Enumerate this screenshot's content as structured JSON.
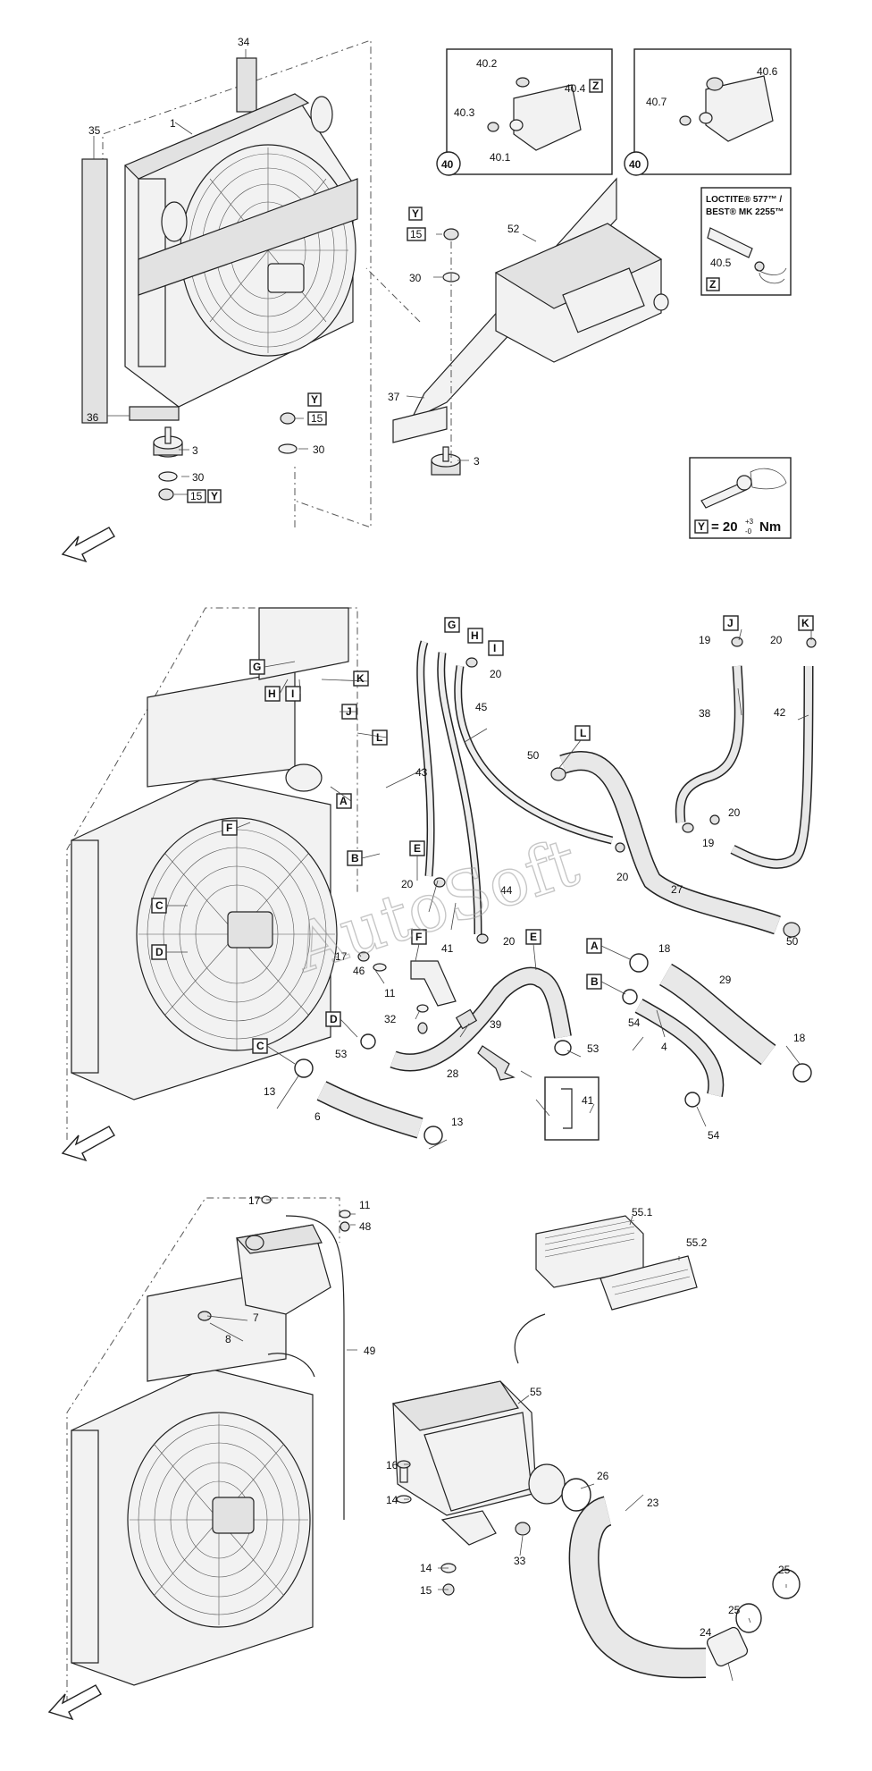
{
  "watermark": "AutoSoft",
  "panel1": {
    "callouts": {
      "c1": "1",
      "c3a": "3",
      "c3b": "3",
      "c15a": "15",
      "c15b": "15",
      "c15c": "15",
      "c30a": "30",
      "c30b": "30",
      "c30c": "30",
      "c34": "34",
      "c35": "35",
      "c36": "36",
      "c37": "37",
      "c52": "52",
      "c40a": "40",
      "c40b": "40",
      "c40_1": "40.1",
      "c40_2": "40.2",
      "c40_3": "40.3",
      "c40_4": "40.4",
      "c40_5": "40.5",
      "c40_6": "40.6",
      "c40_7": "40.7"
    },
    "boxes": {
      "y1": "Y",
      "y2": "Y",
      "y3": "Y",
      "z1": "Z",
      "z2": "Z"
    },
    "loctite_line1": "LOCTITE® 577™ /",
    "loctite_line2": "BEST® MK 2255™",
    "torque": {
      "code": "Y",
      "text": "= 20",
      "sup": "+3",
      "sub": "-0",
      "unit": "Nm"
    }
  },
  "panel2": {
    "letters": {
      "a1": "A",
      "a2": "A",
      "b1": "B",
      "b2": "B",
      "c1": "C",
      "c2": "C",
      "d1": "D",
      "d2": "D",
      "e1": "E",
      "e2": "E",
      "f1": "F",
      "f2": "F",
      "g1": "G",
      "g2": "G",
      "h1": "H",
      "h2": "H",
      "i1": "I",
      "i2": "I",
      "j1": "J",
      "j2": "J",
      "k1": "K",
      "k2": "K",
      "l1": "L",
      "l2": "L"
    },
    "callouts": {
      "c4": "4",
      "c6": "6",
      "c11": "11",
      "c13a": "13",
      "c13b": "13",
      "c17": "17",
      "c18a": "18",
      "c18b": "18",
      "c19a": "19",
      "c19b": "19",
      "c20a": "20",
      "c20b": "20",
      "c20c": "20",
      "c20d": "20",
      "c20e": "20",
      "c20f": "20",
      "c27": "27",
      "c28": "28",
      "c29": "29",
      "c32": "32",
      "c38": "38",
      "c39": "39",
      "c41a": "41",
      "c41b": "41",
      "c42": "42",
      "c43": "43",
      "c44": "44",
      "c45": "45",
      "c46": "46",
      "c50a": "50",
      "c50b": "50",
      "c53a": "53",
      "c53b": "53",
      "c54a": "54",
      "c54b": "54"
    }
  },
  "panel3": {
    "callouts": {
      "c7": "7",
      "c8": "8",
      "c11": "11",
      "c14a": "14",
      "c14b": "14",
      "c15": "15",
      "c16": "16",
      "c17": "17",
      "c23": "23",
      "c24": "24",
      "c25a": "25",
      "c25b": "25",
      "c26": "26",
      "c33": "33",
      "c48": "48",
      "c49": "49",
      "c55": "55",
      "c55_1": "55.1",
      "c55_2": "55.2"
    }
  },
  "colors": {
    "ink": "#222222",
    "fill": "#f2f2f2",
    "background": "#ffffff"
  },
  "icons": [
    "direction-arrow-icon",
    "wrench-hand-icon",
    "glue-tube-icon"
  ]
}
